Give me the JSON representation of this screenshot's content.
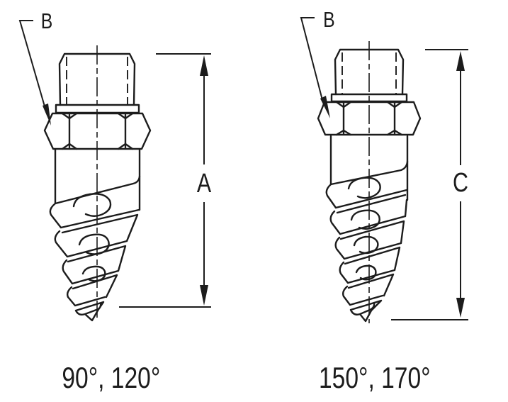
{
  "diagram": {
    "colors": {
      "line": "#1c1c1c",
      "background": "#ffffff"
    },
    "left_nozzle": {
      "part_label": "B",
      "dimension_label": "A",
      "caption": "90°, 120°"
    },
    "right_nozzle": {
      "part_label": "B",
      "dimension_label": "C",
      "caption": "150°, 170°"
    }
  }
}
